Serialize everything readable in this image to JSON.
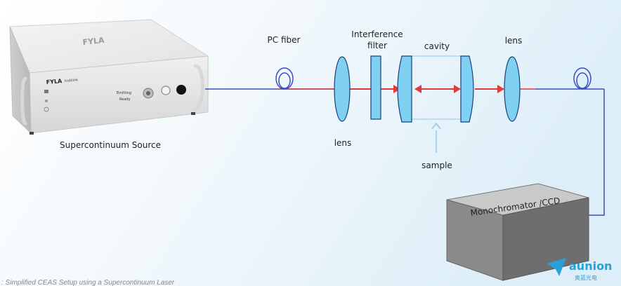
{
  "labels": {
    "pc_fiber": "PC fiber",
    "interference_1": "Interference",
    "interference_2": "filter",
    "cavity": "cavity",
    "lens_top": "lens",
    "lens_bottom": "lens",
    "sample": "sample",
    "source": "Supercontinuum Source",
    "monochromator": "Monochromator /CCD"
  },
  "device": {
    "brand_top": "FYLA",
    "brand_panel": "FYLA",
    "model": "Iceblink",
    "emitting": "Emitting",
    "ready": "Ready"
  },
  "logo": {
    "name": "aunion",
    "subtitle": "奥蓝光电"
  },
  "caption": ": Simplified CEAS Setup using a Supercontinuum Laser",
  "colors": {
    "fiber_blue": "#3a4fc4",
    "beam_red": "#e03a3a",
    "optic_fill": "#7fd0f2",
    "optic_stroke": "#1c3f7a",
    "sample_arrow": "#8ccbf0",
    "logo_blue": "#2aa0d8"
  }
}
